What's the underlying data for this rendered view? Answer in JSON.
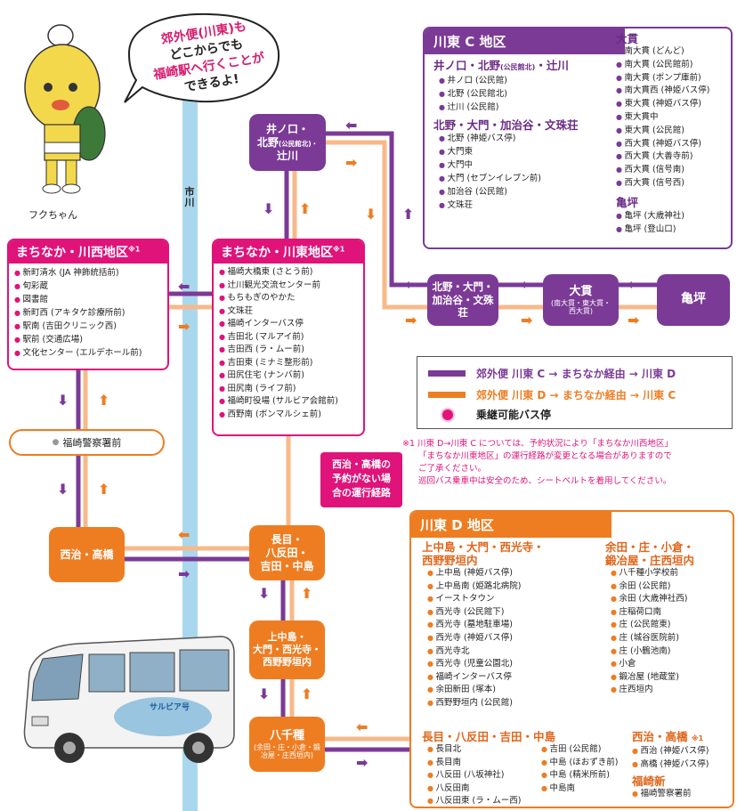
{
  "mascot": {
    "bubble_line1": "郊外便(川東)も",
    "bubble_line2": "どこからでも",
    "bubble_line3": "福崎駅へ行くことが",
    "bubble_line4": "できるよ!",
    "name": "フクちゃん"
  },
  "river": {
    "label": "市川"
  },
  "legend": {
    "purple_route": "郊外便 川東 C → まちなか経由 → 川東 D",
    "orange_route": "郊外便 川東 D → まちなか経由 → 川東 C",
    "transfer_stop": "乗継可能バス停"
  },
  "notes": {
    "line1": "※1 川東 D→川東 C については、予約状況により「まちなか川西地区」",
    "line2": "「まちなか川東地区」の運行経路が変更となる場合がありますので",
    "line3": "ご了承ください。",
    "line4": "巡回バス乗車中は安全のため、シートベルトを着用してください。"
  },
  "no_reservation": {
    "line1": "西治・高橋の",
    "line2": "予約がない場",
    "line3": "合の運行経路"
  },
  "stops": {
    "inokuchi": {
      "line1": "井ノ口・",
      "line2": "北野",
      "small": "(公民館北)・",
      "line3": "辻川"
    },
    "kitano_ookado": {
      "line1": "北野・大門・",
      "line2": "加治谷・文殊荘"
    },
    "oonuki": {
      "title": "大貫",
      "sub": "(南大貫・東大貫・西大貫)"
    },
    "kametsubo": "亀坪",
    "keisatsu": "福崎警察署前",
    "nishiji": "西治・高橋",
    "nagame": {
      "line1": "長目・",
      "line2": "八反田・",
      "line3": "吉田・中島"
    },
    "kaminakajima": {
      "line1": "上中島・",
      "line2": "大門・西光寺・",
      "line3": "西野野垣内"
    },
    "hassenshu": {
      "title": "八千種",
      "sub": "(余田・庄・小倉・鍛冶屋・庄西垣内)"
    }
  },
  "kawanishi": {
    "title": "まちなか・川西地区",
    "mark": "※1",
    "items": [
      "新町清水 (JA 神飾統括前)",
      "旬彩蔵",
      "図書館",
      "新町西 (アキタケ診療所前)",
      "駅南 (吉田クリニック西)",
      "駅前 (交通広場)",
      "文化センター (エルデホール前)"
    ]
  },
  "kawahigashi": {
    "title": "まちなか・川東地区",
    "mark": "※1",
    "items": [
      "福崎大橋東 (さとう前)",
      "辻川観光交流センター前",
      "もちもぎのやかた",
      "文珠荘",
      "福崎インターバス停",
      "吉田北 (マルアイ前)",
      "吉田西 (ラ・ムー前)",
      "吉田東 (ミナミ整形前)",
      "田尻住宅 (ナンバ前)",
      "田尻南 (ライフ前)",
      "福崎町役場 (サルビア会館前)",
      "西野南 (ボンマルシェ前)"
    ]
  },
  "areaC": {
    "title": "川東 C 地区",
    "g1": {
      "title": "井ノ口・北野",
      "small": "(公民館北)",
      "rest": "・辻川",
      "items": [
        "井ノ口 (公民館)",
        "北野 (公民館北)",
        "辻川 (公民館)"
      ]
    },
    "g2": {
      "title": "北野・大門・加治谷・文珠荘",
      "items": [
        "北野 (神姫バス停)",
        "大門東",
        "大門中",
        "大門 (セブンイレブン前)",
        "加治谷 (公民館)",
        "文珠荘"
      ]
    },
    "g3": {
      "title": "大貫",
      "items": [
        "南大貫 (どんど)",
        "南大貫 (公民館前)",
        "南大貫 (ポンプ庫前)",
        "南大貫西 (神姫バス停)",
        "東大貫 (神姫バス停)",
        "東大貫中",
        "東大貫 (公民館)",
        "西大貫 (神姫バス停)",
        "西大貫 (大善寺前)",
        "西大貫 (信号南)",
        "西大貫 (信号西)"
      ]
    },
    "g4": {
      "title": "亀坪",
      "items": [
        "亀坪 (大歳神社)",
        "亀坪 (登山口)"
      ]
    }
  },
  "areaD": {
    "title": "川東 D 地区",
    "g1": {
      "title1": "上中島・大門・西光寺・",
      "title2": "西野野垣内",
      "items": [
        "上中島 (神姫バス停)",
        "上中島南 (姫路北病院)",
        "イーストタウン",
        "西光寺 (公民館下)",
        "西光寺 (墓地駐車場)",
        "西光寺 (神姫バス停)",
        "西光寺北",
        "西光寺 (児童公園北)",
        "福崎インターバス停",
        "余田新田 (塚本)",
        "西野野垣内 (公民館)"
      ]
    },
    "g2": {
      "title1": "余田・庄・小倉・",
      "title2": "鍛冶屋・庄西垣内",
      "items": [
        "八千種小学校前",
        "余田 (公民館)",
        "余田 (大歳神社西)",
        "庄稲荷口南",
        "庄 (公民館東)",
        "庄 (城谷医院前)",
        "庄 (小鶴池南)",
        "小倉",
        "鍛冶屋 (地蔵堂)",
        "庄西垣内"
      ]
    },
    "g3": {
      "title": "長目・八反田・吉田・中島",
      "items_a": [
        "長目北",
        "長目南",
        "八反田 (八坂神社)",
        "八反田南",
        "八反田東 (ラ・ムー西)"
      ],
      "items_b": [
        "吉田 (公民館)",
        "中島 (ほおずき前)",
        "中島 (精米所前)",
        "中島南"
      ]
    },
    "g4": {
      "title": "西治・高橋",
      "mark": "※1",
      "items": [
        "西治 (神姫バス停)",
        "高橋 (神姫バス停)"
      ]
    },
    "g5": {
      "title": "福崎新",
      "items": [
        "福崎警察署前"
      ]
    }
  },
  "bus": {
    "side_text": "サルビア号"
  },
  "colors": {
    "purple": "#7b3a96",
    "orange": "#ee7d22",
    "pink": "#e0137a",
    "river": "#a9d8ee"
  }
}
